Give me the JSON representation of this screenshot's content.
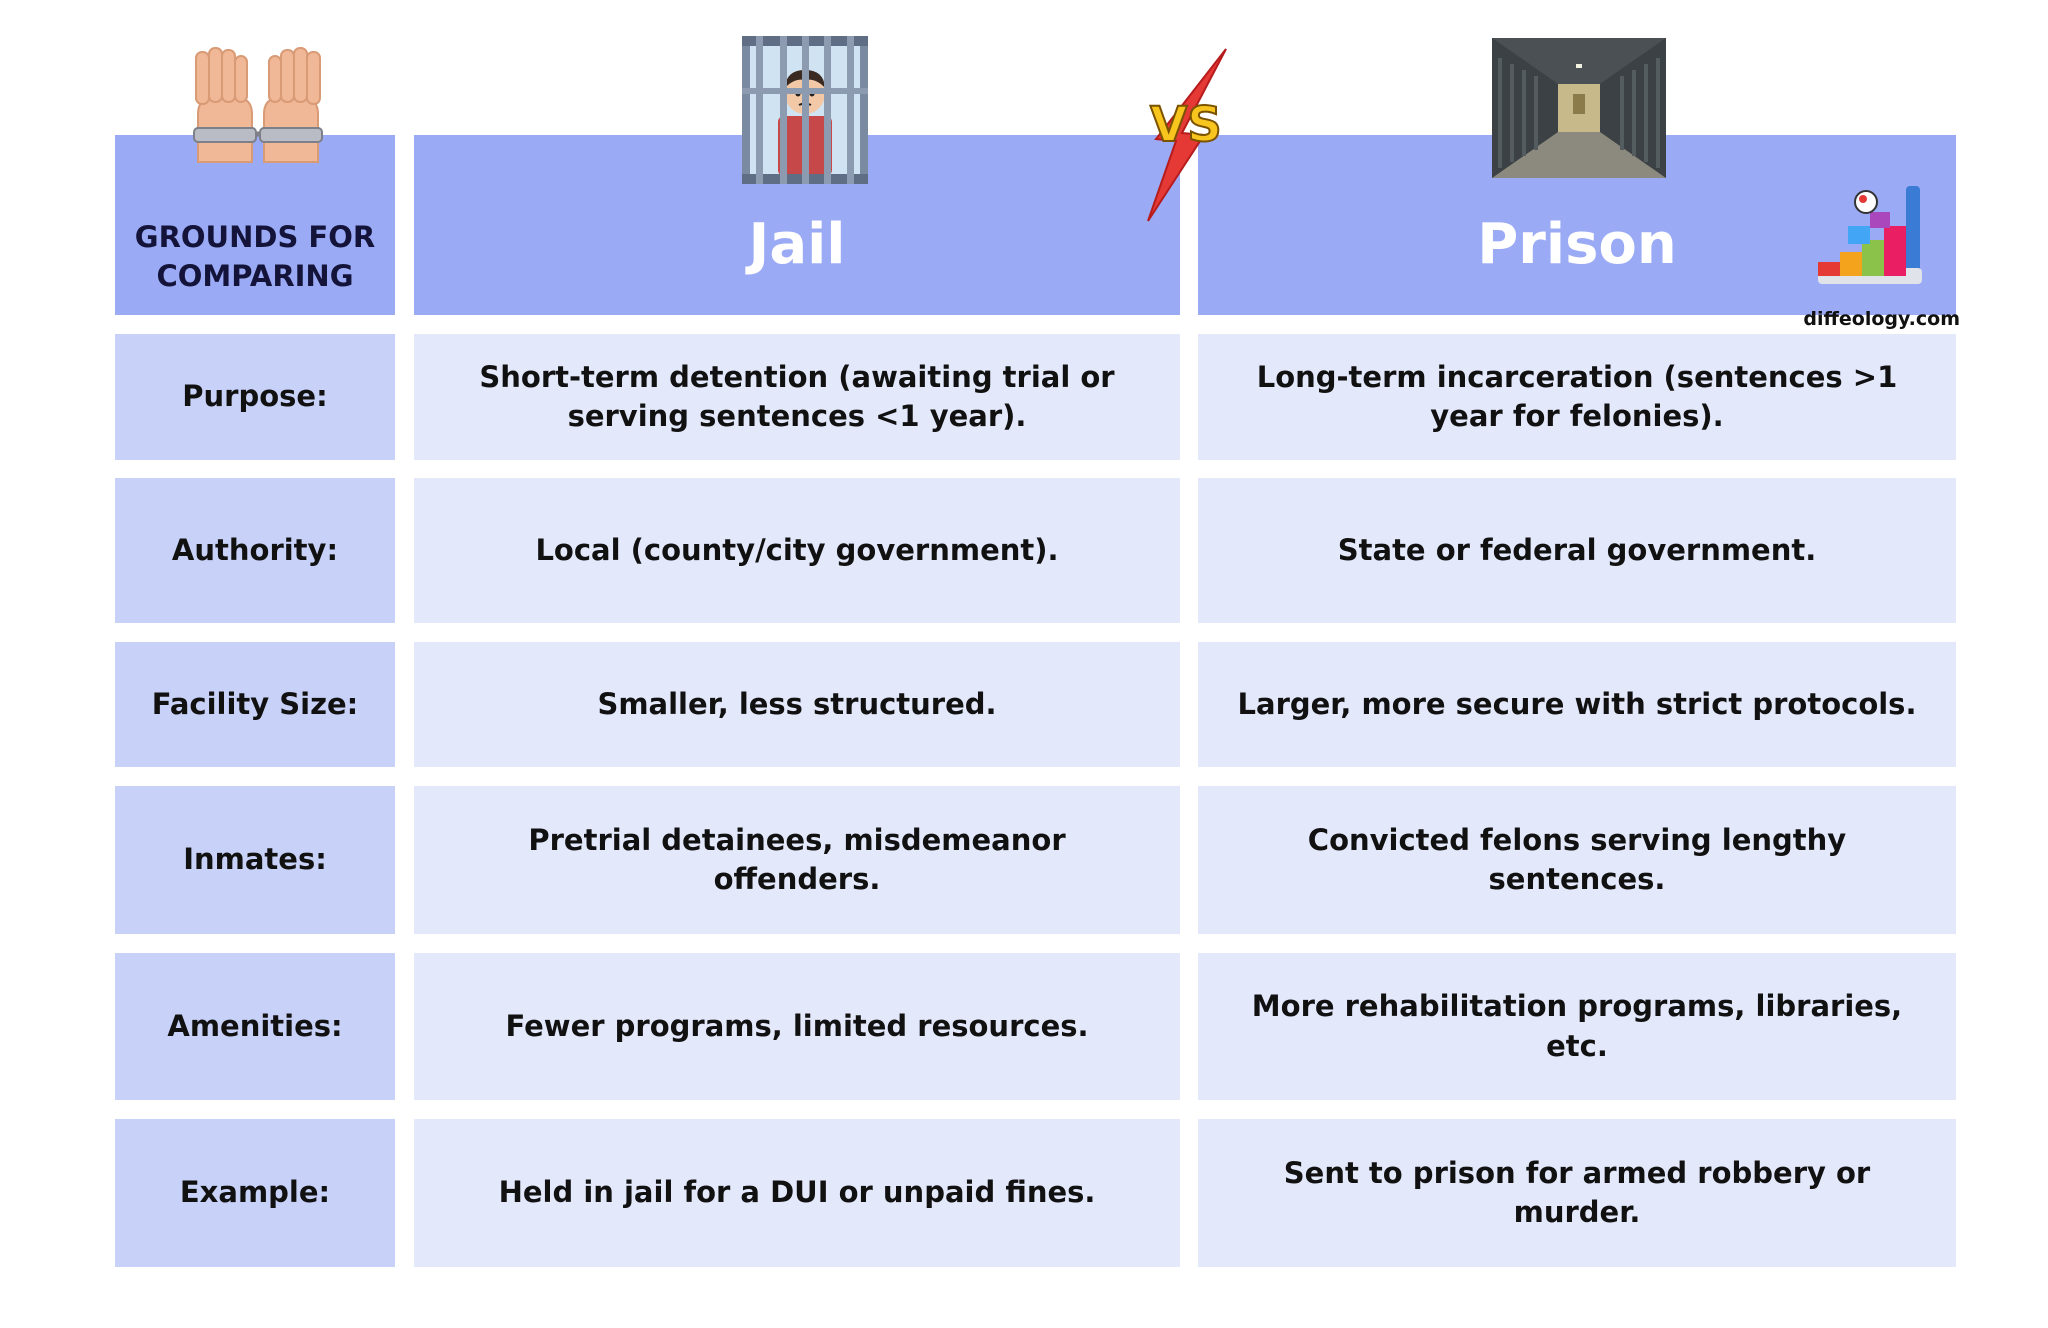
{
  "header": {
    "grounds_label": "GROUNDS FOR\nCOMPARING",
    "jail_title": "Jail",
    "prison_title": "Prison",
    "vs_label": "VS"
  },
  "watermark": "diffeology.com",
  "rows": [
    {
      "label": "Purpose:",
      "jail": "Short-term detention (awaiting trial or serving sentences <1 year).",
      "prison": "Long-term incarceration (sentences >1 year for felonies)."
    },
    {
      "label": "Authority:",
      "jail": "Local (county/city government).",
      "prison": "State or federal government."
    },
    {
      "label": "Facility Size:",
      "jail": "Smaller, less structured.",
      "prison": "Larger, more secure with strict protocols."
    },
    {
      "label": "Inmates:",
      "jail": "Pretrial detainees, misdemeanor offenders.",
      "prison": "Convicted felons serving lengthy sentences."
    },
    {
      "label": "Amenities:",
      "jail": "Fewer programs, limited resources.",
      "prison": "More rehabilitation programs, libraries, etc."
    },
    {
      "label": "Example:",
      "jail": "Held in jail for a DUI or unpaid fines.",
      "prison": "Sent to prison for armed robbery or murder."
    }
  ],
  "icons": {
    "grounds": "handcuffs-icon",
    "jail": "jail-cell-icon",
    "vs": "vs-lightning-icon",
    "prison": "prison-corridor-icon",
    "logo": "diffeology-logo-icon"
  },
  "colors": {
    "header_bg": "#9aaaf5",
    "label_bg": "#c8d2f8",
    "cell_bg": "#e3e8fb",
    "title_text": "#ffffff",
    "body_text": "#111111"
  }
}
